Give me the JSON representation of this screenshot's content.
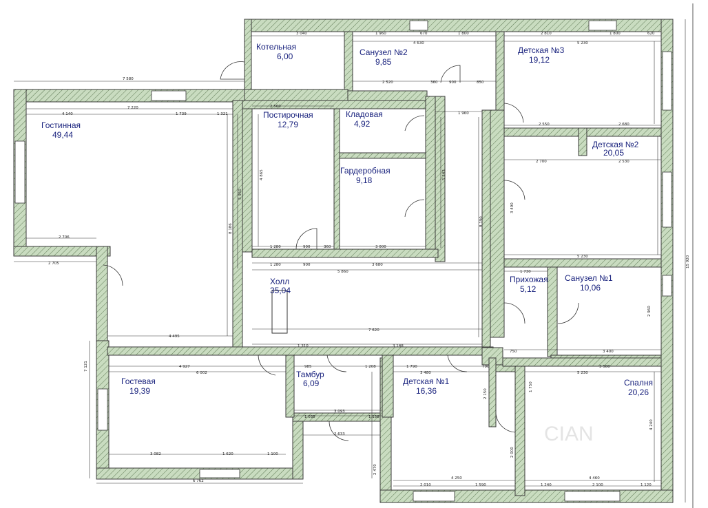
{
  "rooms": [
    {
      "id": "kotelnaya",
      "name": "Котельная",
      "area": "6,00"
    },
    {
      "id": "sanuzel2",
      "name": "Санузел №2",
      "area": "9,85"
    },
    {
      "id": "detskaya3",
      "name": "Детская №3",
      "area": "19,12"
    },
    {
      "id": "gostinnaya",
      "name": "Гостинная",
      "area": "49,44"
    },
    {
      "id": "postirochnaya",
      "name": "Постирочная",
      "area": "12,79"
    },
    {
      "id": "kladovaya",
      "name": "Кладовая",
      "area": "4,92"
    },
    {
      "id": "garderobnaya",
      "name": "Гардеробная",
      "area": "9,18"
    },
    {
      "id": "detskaya2",
      "name": "Детская №2",
      "area": "20,05"
    },
    {
      "id": "holl",
      "name": "Холл",
      "area": "35,04"
    },
    {
      "id": "prihozhaya",
      "name": "Прихожая",
      "area": "5,12"
    },
    {
      "id": "sanuzel1",
      "name": "Санузел №1",
      "area": "10,06"
    },
    {
      "id": "gostevaya",
      "name": "Гостевая",
      "area": "19,39"
    },
    {
      "id": "tambur",
      "name": "Тамбур",
      "area": "6,09"
    },
    {
      "id": "detskaya1",
      "name": "Детская №1",
      "area": "16,36"
    },
    {
      "id": "spalnya",
      "name": "Спалня",
      "area": "20,26"
    }
  ],
  "dimensions": {
    "d7580": "7 580",
    "d3040": "3 040",
    "d1960": "1 960",
    "d670": "670",
    "d1800a": "1 800",
    "d4630": "4 630",
    "d2810": "2 810",
    "d1800b": "1 800",
    "d620": "620",
    "d5230a": "5 230",
    "d7220": "7 220",
    "d4140": "4 140",
    "d1739": "1 739",
    "d1321": "1 321",
    "d2560": "2 560",
    "d2520": "2 520",
    "d360": "360",
    "d900a": "900",
    "d850": "850",
    "d1960b": "1 960",
    "d2550": "2 550",
    "d2680": "2 680",
    "d2700": "2 700",
    "d2530": "2 530",
    "d2706": "2 706",
    "d2705": "2 705",
    "d1280a": "1 280",
    "d900b": "900",
    "d360b": "360",
    "d3000": "3 000",
    "d1280b": "1 280",
    "d900c": "900",
    "d3680": "3 680",
    "d5860": "5 860",
    "d5230b": "5 230",
    "d1730": "1 730",
    "d8190": "8 190",
    "d7620": "7 620",
    "d4495": "4 495",
    "d1310": "1 310",
    "d3148": "3 148",
    "d750": "750",
    "d3400": "3 400",
    "d4927": "4 927",
    "d6002": "6 002",
    "d985": "985",
    "d1208": "1 208",
    "d1790": "1 790",
    "d3480": "3 480",
    "d790": "790",
    "d5230c": "5 230",
    "d3580": "3 580",
    "d3093": "3 093",
    "d1035": "1 035",
    "d1158": "1 158",
    "d2633": "2 633",
    "d3082": "3 082",
    "d1620": "1 620",
    "d1100": "1 100",
    "d6762": "6 762",
    "d4250": "4 250",
    "d2010": "2 010",
    "d1590": "1 590",
    "d4460": "4 460",
    "d1240": "1 240",
    "d2100": "2 100",
    "d1120": "1 120",
    "d15920": "15 920",
    "d7121": "7 121",
    "d8186": "8 186",
    "d5950": "5 950",
    "d4865": "4 865",
    "d5343": "5 343",
    "d2470": "2 470",
    "d4240": "4 240",
    "d3490": "3 490",
    "d2960": "2 960",
    "d2150": "2 150",
    "d2000": "2 000",
    "d1750": "1 750"
  },
  "watermark": "CIAN",
  "colors": {
    "wall": "#c9dcc0",
    "label": "#1a237e"
  }
}
